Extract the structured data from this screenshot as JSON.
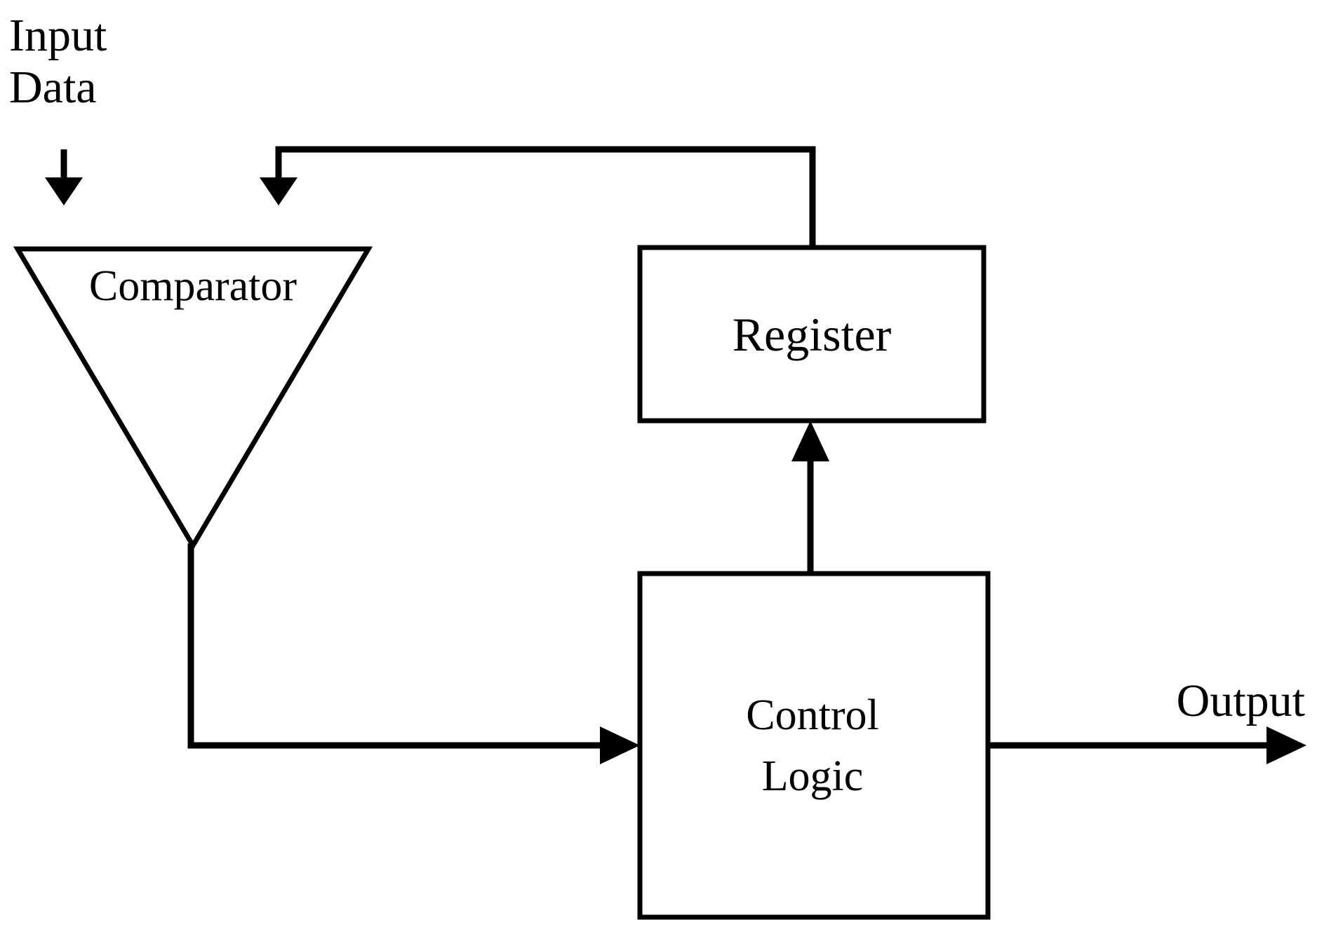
{
  "diagram": {
    "title": "Comparator / Register / Control Logic block diagram",
    "background_color": "#ffffff",
    "line_color": "#000000",
    "text_color": "#000000",
    "labels": {
      "input_line1": "Input",
      "input_line2": "Data",
      "comparator": "Comparator",
      "register": "Register",
      "control_line1": "Control",
      "control_line2": "Logic",
      "output": "Output"
    },
    "blocks": [
      {
        "name": "comparator",
        "shape": "inverted-triangle",
        "label": "Comparator"
      },
      {
        "name": "register",
        "shape": "rectangle",
        "label": "Register"
      },
      {
        "name": "control-logic",
        "shape": "rectangle",
        "label": "Control Logic"
      }
    ],
    "connections": [
      {
        "name": "input-data-to-comparator",
        "from": "Input Data",
        "to": "Comparator",
        "arrow": true
      },
      {
        "name": "register-feedback-to-comparator",
        "from": "Register",
        "to": "Comparator",
        "arrow": true
      },
      {
        "name": "comparator-to-control-logic",
        "from": "Comparator",
        "to": "Control Logic",
        "arrow": true
      },
      {
        "name": "control-logic-to-register",
        "from": "Control Logic",
        "to": "Register",
        "arrow": true
      },
      {
        "name": "control-logic-to-output",
        "from": "Control Logic",
        "to": "Output",
        "arrow": true
      }
    ]
  }
}
